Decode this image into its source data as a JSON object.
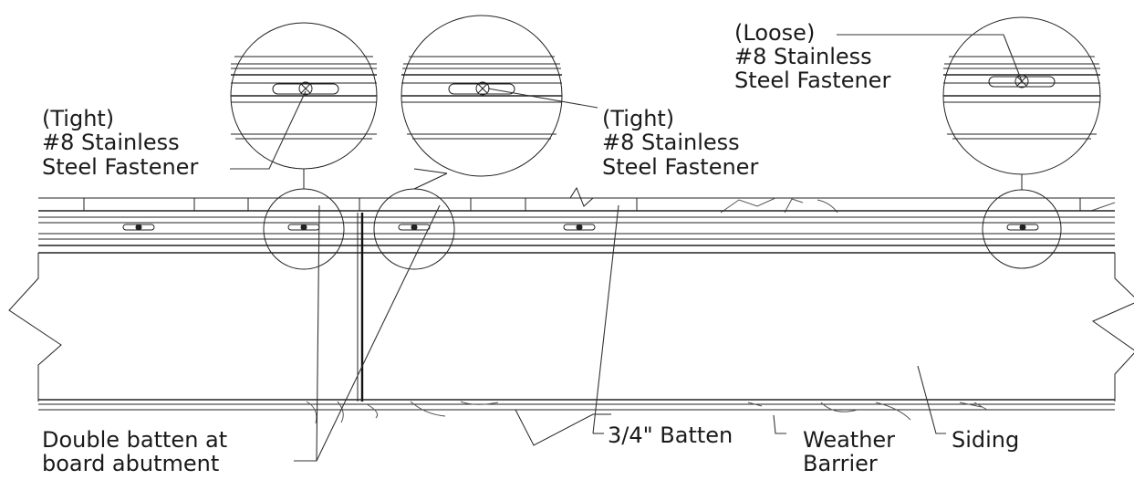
{
  "labels": {
    "tight_left": [
      "(Tight)",
      "#8 Stainless",
      "Steel Fastener"
    ],
    "tight_middle": [
      "(Tight)",
      "#8 Stainless",
      "Steel Fastener"
    ],
    "loose_right": [
      "(Loose)",
      "#8 Stainless",
      "Steel Fastener"
    ],
    "double_batten": [
      "Double batten at",
      "board abutment"
    ],
    "batten": [
      "3/4\" Batten"
    ],
    "weather_barrier": [
      "Weather",
      "Barrier"
    ],
    "siding": [
      "Siding"
    ]
  },
  "colors": {
    "line": "#222222",
    "background": "#ffffff"
  }
}
